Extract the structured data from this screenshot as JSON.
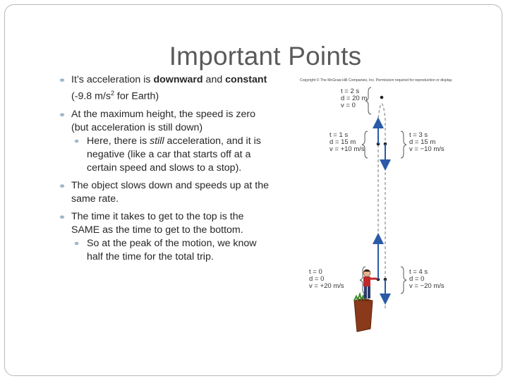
{
  "title": "Important Points",
  "bullets": [
    {
      "pre": "It’s acceleration is ",
      "bold1": "downward",
      "mid": " and ",
      "bold2": "constant",
      "post": " (-9.8 m/s",
      "sup": "2",
      "tail": " for Earth)"
    },
    {
      "text": "At the maximum height, the speed is zero (but acceleration is still down)",
      "sub": {
        "pre": "Here, there is ",
        "em": "still",
        "post": " acceleration, and it is negative (like a car that starts off at a certain speed and slows to a stop)."
      }
    },
    {
      "text": "The object slows down and speeds up at the same rate."
    },
    {
      "text": "The time it takes to get to the top is the SAME as the time to get to the bottom.",
      "sub": {
        "text": "So at the peak of the motion, we know half the time for the total trip."
      }
    }
  ],
  "figure": {
    "copyright": "Copyright © The McGraw-Hill Companies, Inc. Permission required for reproduction or display.",
    "top": {
      "t": "t  =  2 s",
      "d": "d  =  20 m",
      "v": "v  =  0"
    },
    "up_mid": {
      "t": "t  =  1 s",
      "d": "d  =  15 m",
      "v": "v  =  +10 m/s"
    },
    "down_mid": {
      "t": "t  =  3 s",
      "d": "d  =  15 m",
      "v": "v  =  −10 m/s"
    },
    "up_start": {
      "t": "t  =  0",
      "d": "d  =  0",
      "v": "v  =  +20 m/s"
    },
    "down_end": {
      "t": "t  =  4 s",
      "d": "d  =  0",
      "v": "v  =  −20 m/s"
    }
  },
  "colors": {
    "arrow": "#2a5aa8",
    "bullet": "#7a9ab2",
    "title": "#5a5a5a",
    "rock": "#8a3a1a"
  }
}
